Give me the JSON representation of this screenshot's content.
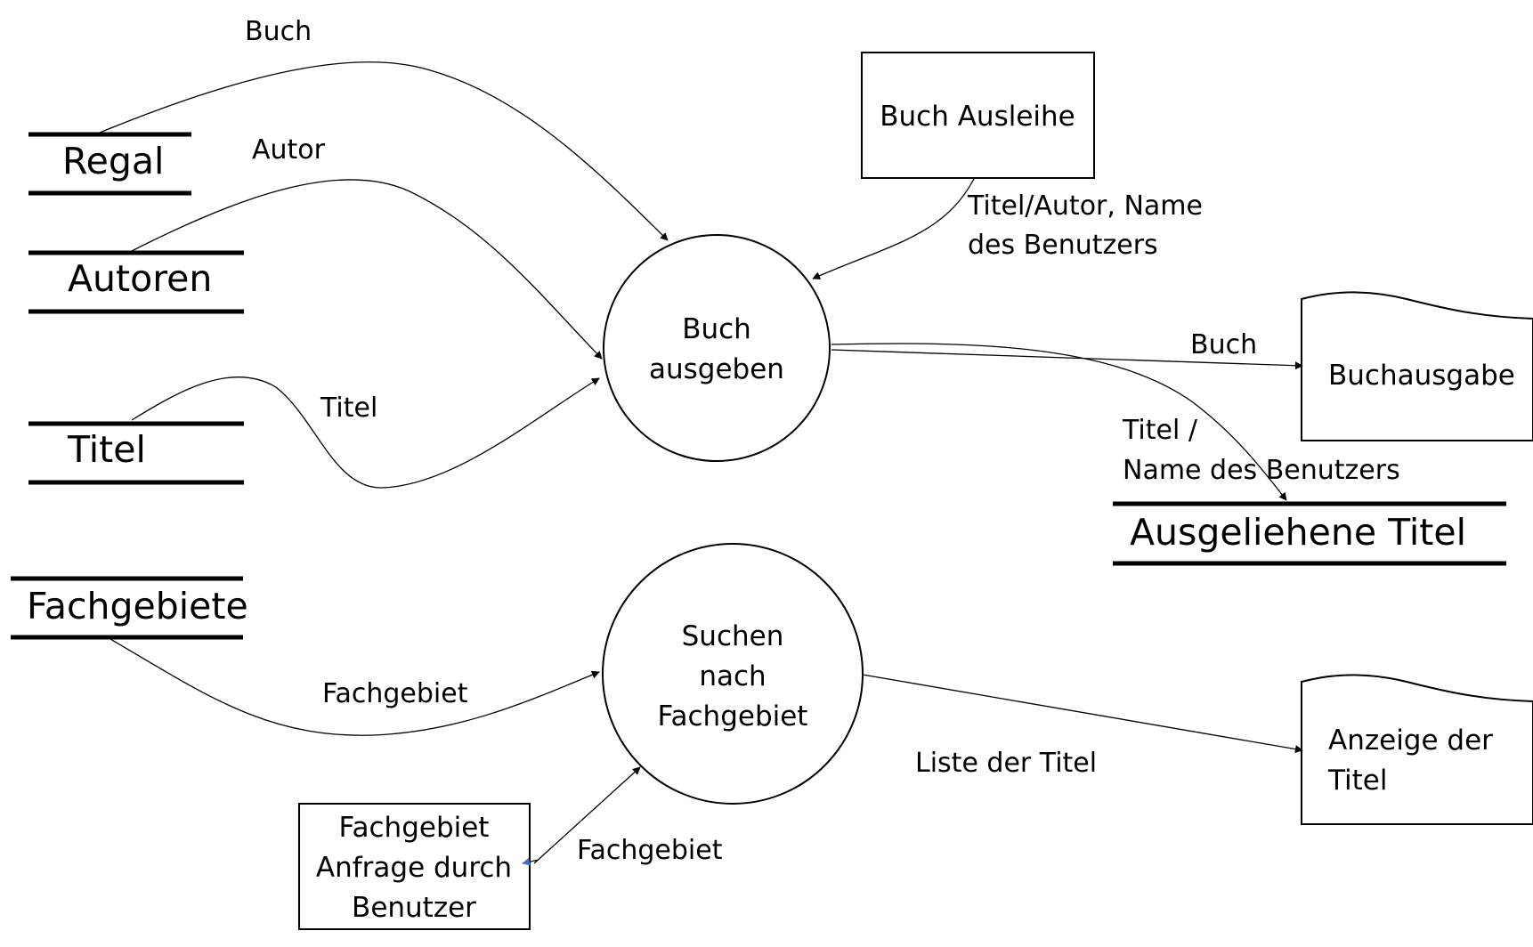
{
  "data_stores": {
    "regal": "Regal",
    "autoren": "Autoren",
    "titel": "Titel",
    "fachgebiete": "Fachgebiete",
    "ausgeliehene_titel": "Ausgeliehene Titel"
  },
  "processes": {
    "buch_ausgeben": [
      "Buch",
      "ausgeben"
    ],
    "suchen_nach_fachgebiet": [
      "Suchen",
      "nach",
      "Fachgebiet"
    ]
  },
  "entities": {
    "buch_ausleihe": "Buch Ausleihe",
    "fachgebiet_anfrage": [
      "Fachgebiet",
      "Anfrage durch",
      "Benutzer"
    ]
  },
  "documents": {
    "buchausgabe": "Buchausgabe",
    "anzeige_der_titel": [
      "Anzeige der",
      "Titel"
    ]
  },
  "flows": {
    "buch_from_regal": "Buch",
    "autor": "Autor",
    "titel": "Titel",
    "titel_autor_name": [
      "Titel/Autor, Name",
      "des Benutzers"
    ],
    "buch_to_buchausgabe": "Buch",
    "titel_name": [
      "Titel /",
      "Name des Benutzers"
    ],
    "fachgebiet_from_store": "Fachgebiet",
    "fachgebiet_anfrage": "Fachgebiet",
    "liste_der_titel": "Liste der Titel"
  },
  "colors": {
    "line": "#000000",
    "background": "#ffffff",
    "small_arrowhead": "#4472c4"
  }
}
